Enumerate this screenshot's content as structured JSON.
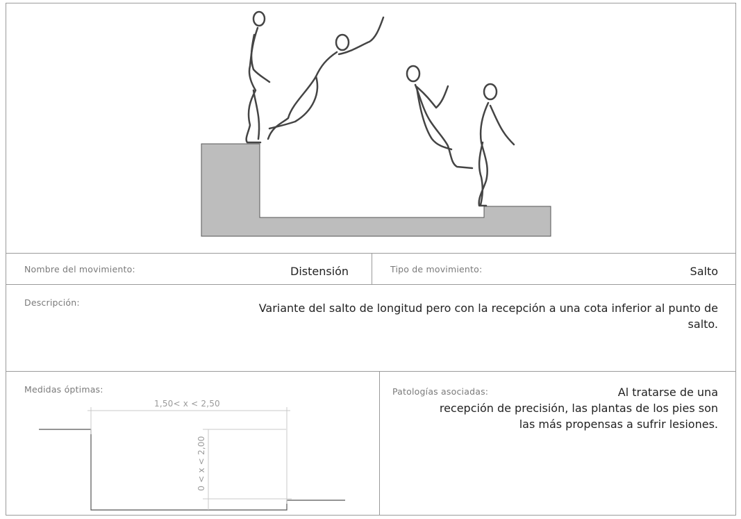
{
  "illustration": {
    "subject": "jumping-figures-sequence"
  },
  "row1": {
    "name_label": "Nombre del movimiento:",
    "name_value": "Distensión",
    "type_label": "Tipo de movimiento:",
    "type_value": "Salto"
  },
  "row2": {
    "description_label": "Descripción:",
    "description_value": "Variante del salto de longitud pero con la recepción a una cota inferior al punto de salto."
  },
  "row3": {
    "measures_label": "Medidas óptimas:",
    "horizontal_dimension": "1,50< x < 2,50",
    "vertical_dimension": "0 < x < 2,00",
    "pathologies_label": "Patologías asociadas:",
    "pathologies_line1": "Al tratarse de una",
    "pathologies_line2": "recepción de precisión, las plantas de los pies son",
    "pathologies_line3": "las más propensas a sufrir lesiones."
  },
  "colors": {
    "ground": "#bdbdbd",
    "border": "#9a9a9a",
    "figure_stroke": "#444444"
  }
}
